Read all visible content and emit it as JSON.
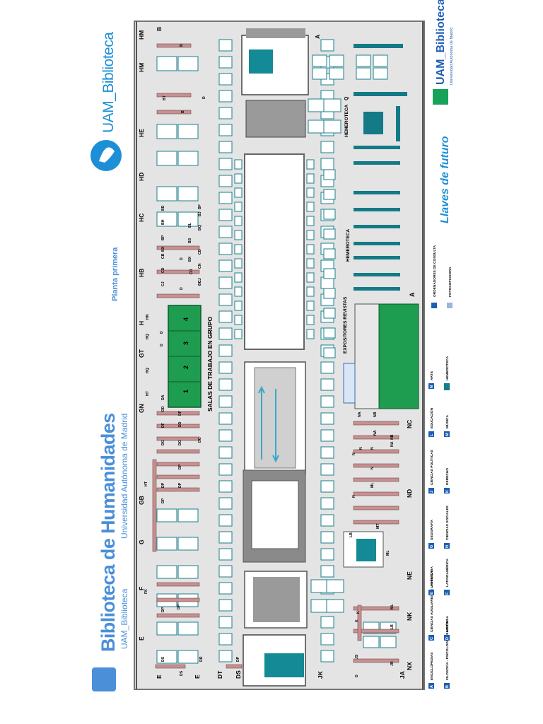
{
  "header": {
    "title": "Biblioteca de Humanidades",
    "subtitle": "Universidad Autónoma de Madrid",
    "handle": "UAM_Biblioteca",
    "floor": "Planta primera"
  },
  "social": {
    "brand": "UAM_Biblioteca",
    "brand_color": "#1d8fd6",
    "bird_icon": "twitter-bird-icon"
  },
  "logo": {
    "name": "UAM_Biblioteca",
    "sub": "Universidad Autónoma de Madrid",
    "tagline": "Llaves de futuro"
  },
  "areas": {
    "group_rooms": "SALAS DE TRABAJO EN GRUPO",
    "room_numbers": [
      "1",
      "2",
      "3",
      "4"
    ],
    "exhibitors": "EXPOSITORES REVISTAS",
    "hemeroteca_top": "HEMEROTECA",
    "hemeroteca_q": "Q",
    "hemeroteca_mid": "HEMEROTECA",
    "zone_a": "A"
  },
  "signatures": {
    "left_column": [
      "E",
      "F",
      "G",
      "GB",
      "GN",
      "GT",
      "H",
      "HB",
      "HC",
      "HD",
      "HE",
      "HM",
      "HM",
      "B"
    ],
    "left_bottom": [
      "E",
      "E",
      "DT",
      "DS",
      "JK",
      "JA"
    ],
    "right_column": [
      "NX",
      "NK",
      "NE",
      "ND",
      "NC",
      "A"
    ],
    "shelf_small": [
      "DS",
      "DS",
      "DR",
      "DP",
      "FK",
      "DP",
      "DP",
      "HT",
      "DP",
      "DP",
      "DP",
      "DP",
      "DG",
      "DF",
      "DD",
      "DA",
      "DC",
      "DD",
      "DF",
      "DG",
      "D",
      "HT",
      "HQ",
      "D",
      "HQ",
      "HN",
      "CJ",
      "CD",
      "CB",
      "BX",
      "BP",
      "BH",
      "BD",
      "D",
      "D",
      "CJ",
      "CD",
      "BX",
      "BS",
      "BL",
      "BQ",
      "BJ",
      "BF",
      "BC",
      "CN",
      "CB",
      "BT",
      "B",
      "B",
      "D",
      "D",
      "JN",
      "JS",
      "K",
      "K",
      "ML",
      "LB",
      "LB",
      "MT",
      "ML",
      "ML",
      "N",
      "N",
      "N",
      "N",
      "N",
      "NA",
      "NA",
      "NA",
      "NB",
      "NB"
    ]
  },
  "legend": {
    "items": [
      {
        "code": "A",
        "label": "ENCICLOPEDIAS"
      },
      {
        "code": "B",
        "label": "FILOSOFÍA - PSICOLOGÍA RELIGIÓN"
      },
      {
        "code": "C",
        "label": "CIENCIAS AUXILIARES DE LA HISTORIA"
      },
      {
        "code": "D",
        "label": "HISTORIA"
      },
      {
        "code": "E",
        "label": "AMÉRICA"
      },
      {
        "code": "F",
        "label": "LATINOAMÉRICA"
      },
      {
        "code": "G",
        "label": "GEOGRAFÍA"
      },
      {
        "code": "H",
        "label": "CIENCIAS SOCIALES"
      },
      {
        "code": "J",
        "label": "CIENCIAS POLÍTICAS"
      },
      {
        "code": "K",
        "label": "DERECHO"
      },
      {
        "code": "L",
        "label": "EDUCACIÓN"
      },
      {
        "code": "M",
        "label": "MÚSICA"
      },
      {
        "code": "N",
        "label": "ARTE"
      },
      {
        "code": "",
        "label": "HEMEROTECA"
      }
    ],
    "consult": "ORDENADORES DE CONSULTA",
    "copy": "FOTOCOPIADORA",
    "code_color": "#1c5fb5",
    "hemeroteca_color": "#13808c"
  },
  "colors": {
    "shelf": "#c89090",
    "teal": "#137a86",
    "green": "#1e9c50",
    "blue": "#4a8fd8",
    "floor": "#e4e4e4"
  },
  "icons": [
    "restroom-icon",
    "wheelchair-icon",
    "elevator-icon",
    "stairs-icon",
    "computer-icon",
    "copier-icon",
    "door-icon"
  ]
}
